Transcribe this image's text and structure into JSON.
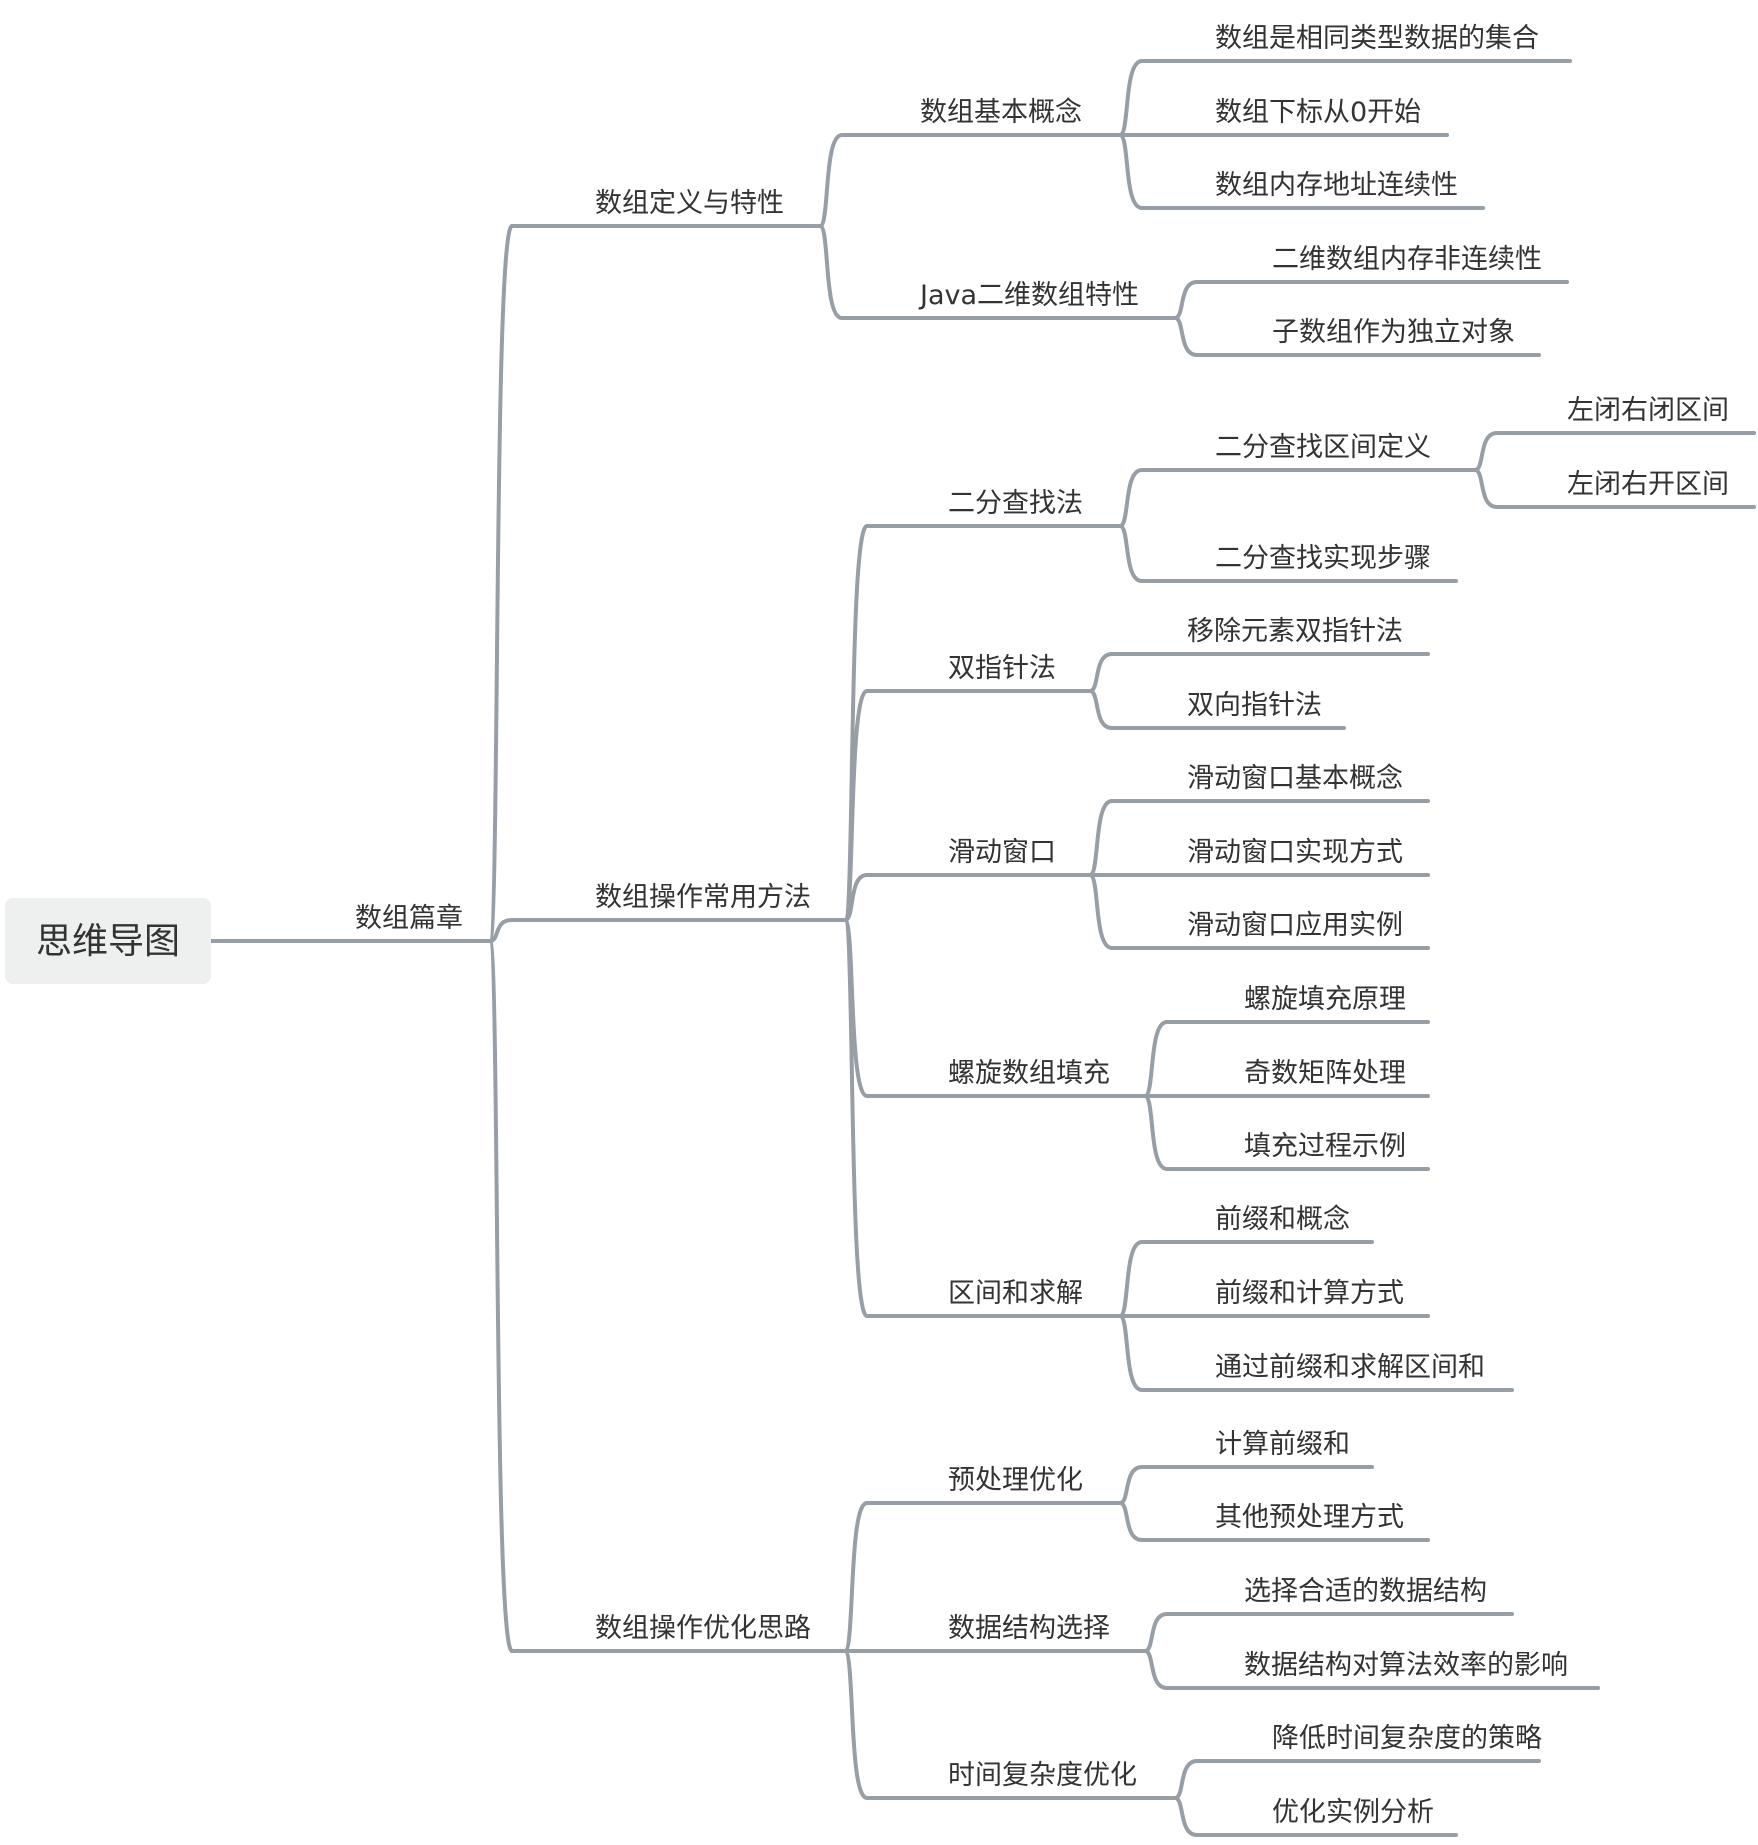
{
  "root": "思维导图",
  "colors": {
    "line": "#979ea6",
    "root_bg": "#eef0ef",
    "text": "#333333"
  },
  "mindmap": {
    "label": "数组篇章",
    "children": [
      {
        "label": "数组定义与特性",
        "children": [
          {
            "label": "数组基本概念",
            "children": [
              {
                "label": "数组是相同类型数据的集合"
              },
              {
                "label": "数组下标从0开始"
              },
              {
                "label": "数组内存地址连续性"
              }
            ]
          },
          {
            "label": "Java二维数组特性",
            "children": [
              {
                "label": "二维数组内存非连续性"
              },
              {
                "label": "子数组作为独立对象"
              }
            ]
          }
        ]
      },
      {
        "label": "数组操作常用方法",
        "children": [
          {
            "label": "二分查找法",
            "children": [
              {
                "label": "二分查找区间定义",
                "children": [
                  {
                    "label": "左闭右闭区间"
                  },
                  {
                    "label": "左闭右开区间"
                  }
                ]
              },
              {
                "label": "二分查找实现步骤"
              }
            ]
          },
          {
            "label": "双指针法",
            "children": [
              {
                "label": "移除元素双指针法"
              },
              {
                "label": "双向指针法"
              }
            ]
          },
          {
            "label": "滑动窗口",
            "children": [
              {
                "label": "滑动窗口基本概念"
              },
              {
                "label": "滑动窗口实现方式"
              },
              {
                "label": "滑动窗口应用实例"
              }
            ]
          },
          {
            "label": "螺旋数组填充",
            "children": [
              {
                "label": "螺旋填充原理"
              },
              {
                "label": "奇数矩阵处理"
              },
              {
                "label": "填充过程示例"
              }
            ]
          },
          {
            "label": "区间和求解",
            "children": [
              {
                "label": "前缀和概念"
              },
              {
                "label": "前缀和计算方式"
              },
              {
                "label": "通过前缀和求解区间和"
              }
            ]
          }
        ]
      },
      {
        "label": "数组操作优化思路",
        "children": [
          {
            "label": "预处理优化",
            "children": [
              {
                "label": "计算前缀和"
              },
              {
                "label": "其他预处理方式"
              }
            ]
          },
          {
            "label": "数据结构选择",
            "children": [
              {
                "label": "选择合适的数据结构"
              },
              {
                "label": "数据结构对算法效率的影响"
              }
            ]
          },
          {
            "label": "时间复杂度优化",
            "children": [
              {
                "label": "降低时间复杂度的策略"
              },
              {
                "label": "优化实例分析"
              }
            ]
          }
        ]
      }
    ]
  }
}
